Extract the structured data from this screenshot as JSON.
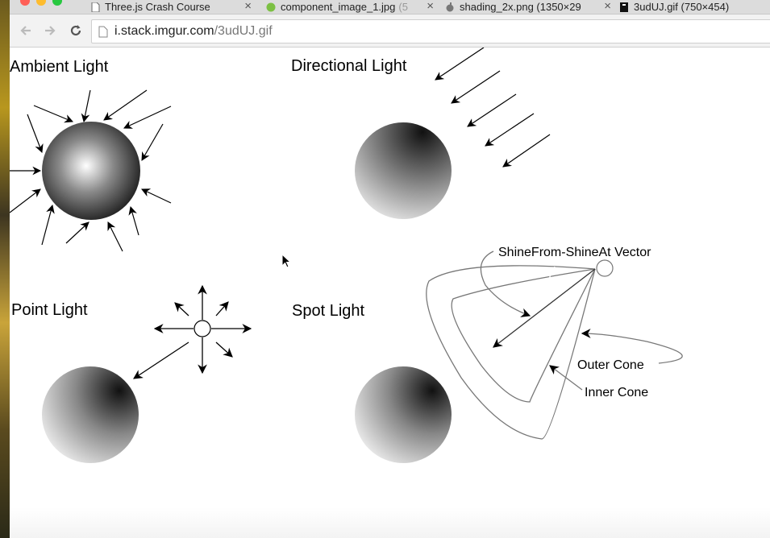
{
  "tabs": [
    {
      "title": "Three.js Crash Course",
      "icon": "document-icon"
    },
    {
      "title": "component_image_1.jpg",
      "suffix": "(5",
      "icon": "image-file-icon"
    },
    {
      "title": "shading_2x.png (1350×29",
      "icon": "apple-icon"
    },
    {
      "title": "3udUJ.gif (750×454)",
      "icon": "gif-icon"
    }
  ],
  "address": {
    "host": "i.stack.imgur.com",
    "path": "/3udUJ.gif"
  },
  "diagram": {
    "ambient_title": "Ambient Light",
    "directional_title": "Directional Light",
    "point_title": "Point Light",
    "spot_title": "Spot Light",
    "vector_label": "ShineFrom-ShineAt Vector",
    "outer_cone_label": "Outer Cone",
    "inner_cone_label": "Inner Cone"
  },
  "colors": {
    "tab_bg": "#dcdcdc",
    "toolbar_bg": "#f2f2f2"
  }
}
